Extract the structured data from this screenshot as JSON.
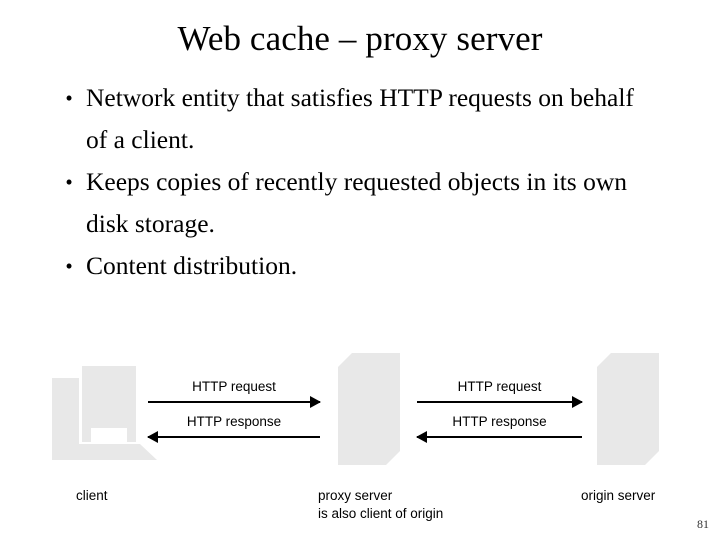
{
  "slide": {
    "title": "Web cache – proxy server",
    "page_number": "81",
    "bullet_glyph": "•",
    "bullets": [
      {
        "text": "Network entity that satisfies HTTP requests on behalf of a client."
      },
      {
        "text": "Keeps copies of recently requested objects in its own disk storage."
      },
      {
        "text": "Content distribution."
      }
    ]
  },
  "diagram": {
    "icon_color": "#e8e8e8",
    "line_color": "#000000",
    "nodes": [
      {
        "id": "client",
        "caption": "client",
        "icon": "client-computer-icon"
      },
      {
        "id": "proxy",
        "caption_line1": "proxy server",
        "caption_line2": "is also client of origin",
        "icon": "server-slab-icon"
      },
      {
        "id": "origin",
        "caption": "origin server",
        "icon": "server-slab-icon"
      }
    ],
    "flows": [
      {
        "id": "client-proxy",
        "request_label": "HTTP request",
        "request_direction": "right",
        "response_label": "HTTP response",
        "response_direction": "left"
      },
      {
        "id": "proxy-origin",
        "request_label": "HTTP request",
        "request_direction": "right",
        "response_label": "HTTP response",
        "response_direction": "left"
      }
    ]
  }
}
